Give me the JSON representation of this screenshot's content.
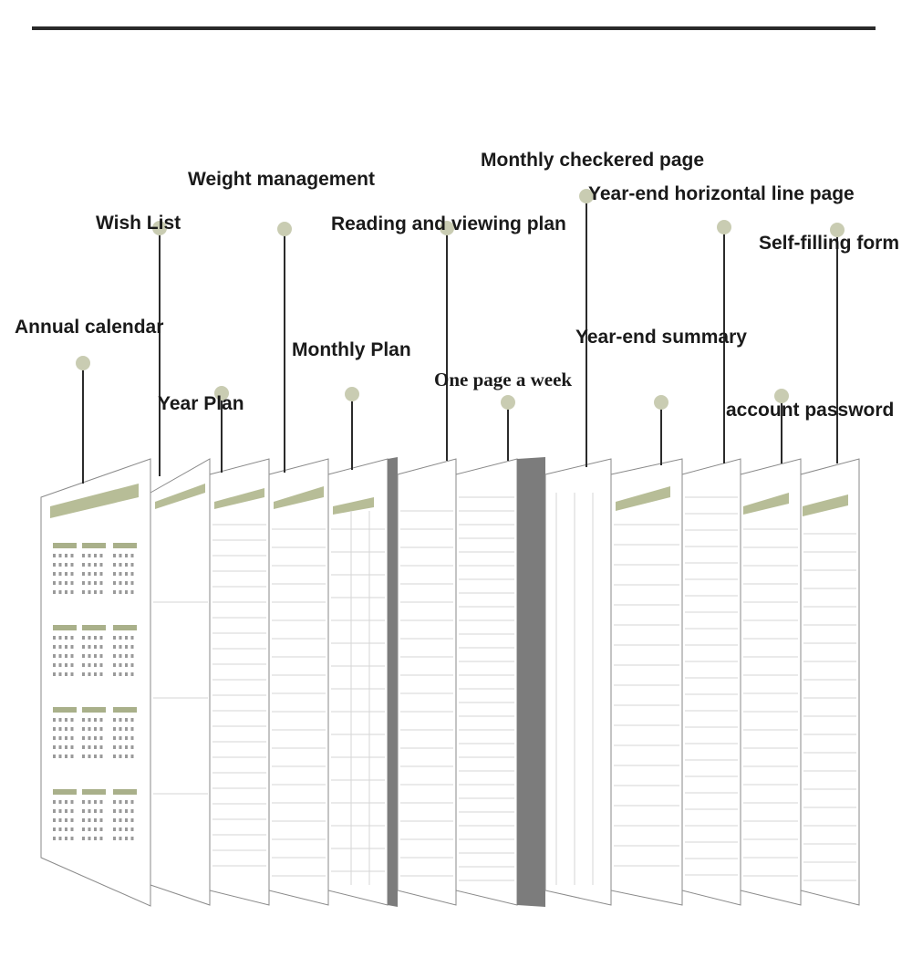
{
  "labels": [
    {
      "key": "annual_calendar",
      "text": "Annual calendar"
    },
    {
      "key": "wish_list",
      "text": "Wish List"
    },
    {
      "key": "year_plan",
      "text": "Year Plan"
    },
    {
      "key": "weight_management",
      "text": "Weight management"
    },
    {
      "key": "monthly_plan",
      "text": "Monthly Plan"
    },
    {
      "key": "reading_viewing_plan",
      "text": "Reading and viewing plan"
    },
    {
      "key": "one_page_week",
      "text": "One page a week"
    },
    {
      "key": "monthly_checkered",
      "text": "Monthly checkered page"
    },
    {
      "key": "year_end_horizontal",
      "text": "Year-end horizontal line page"
    },
    {
      "key": "year_end_summary",
      "text": "Year-end summary"
    },
    {
      "key": "self_filling_form",
      "text": "Self-filling form"
    },
    {
      "key": "account_password",
      "text": "account password"
    }
  ],
  "colors": {
    "accent": "#b7bd97",
    "dot": "#c9ccb2",
    "line": "#2b2b2b",
    "text": "#1a1a1a"
  }
}
